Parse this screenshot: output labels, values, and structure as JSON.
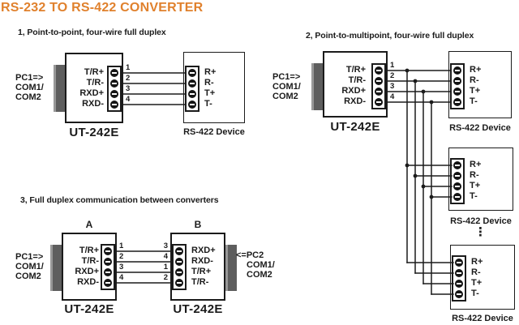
{
  "title": "RS-232 TO RS-422 CONVERTER",
  "colors": {
    "title_orange": "#E0812D",
    "line_black": "#1b1b1b",
    "connector_gray": "#5e5e5e"
  },
  "d1": {
    "caption": "1, Point-to-point, four-wire full duplex",
    "pc": {
      "l1": "PC1=>",
      "l2": "COM1/",
      "l3": "COM2"
    },
    "pins": [
      "T/R+",
      "T/R-",
      "RXD+",
      "RXD-"
    ],
    "nums": [
      "1",
      "2",
      "3",
      "4"
    ],
    "name": "UT-242E",
    "dev_pins": [
      "R+",
      "R-",
      "T+",
      "T-"
    ],
    "dev_name": "RS-422 Device"
  },
  "d2": {
    "caption": "2, Point-to-multipoint, four-wire full duplex",
    "pc": {
      "l1": "PC1=>",
      "l2": "COM1/",
      "l3": "COM2"
    },
    "pins": [
      "T/R+",
      "T/R-",
      "RXD+",
      "RXD-"
    ],
    "nums": [
      "1",
      "2",
      "3",
      "4"
    ],
    "name": "UT-242E",
    "dev_pins": [
      "R+",
      "R-",
      "T+",
      "T-"
    ],
    "dev1_name": "RS-422 Device",
    "dev2_name": "RS-422 Device",
    "dev3_name": "RS-422 Device",
    "ellipsis": "⋮"
  },
  "d3": {
    "caption": "3, Full duplex communication between converters",
    "label_a": "A",
    "label_b": "B",
    "pc1": {
      "l1": "PC1=>",
      "l2": "COM1/",
      "l3": "COM2"
    },
    "pc2": {
      "l1": "<=PC2",
      "l2": "COM1/",
      "l3": "COM2"
    },
    "pins_a": [
      "T/R+",
      "T/R-",
      "RXD+",
      "RXD-"
    ],
    "pins_b": [
      "RXD+",
      "RXD-",
      "T/R+",
      "T/R-"
    ],
    "nums_left": [
      "1",
      "2",
      "3",
      "4"
    ],
    "nums_right": [
      "3",
      "4",
      "1",
      "2"
    ],
    "name_a": "UT-242E",
    "name_b": "UT-242E"
  }
}
